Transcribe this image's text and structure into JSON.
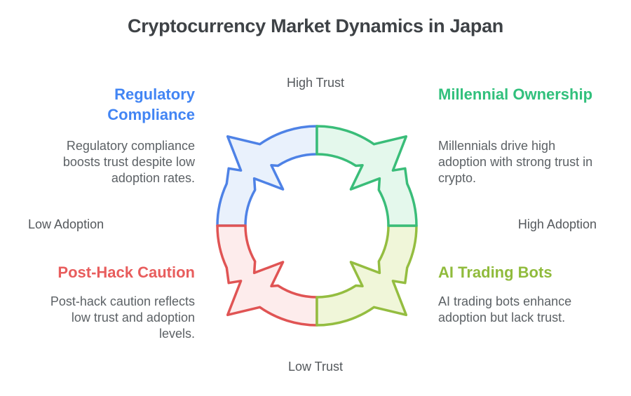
{
  "title": "Cryptocurrency Market Dynamics in Japan",
  "axis_labels": {
    "top": "High Trust",
    "bottom": "Low Trust",
    "left": "Low Adoption",
    "right": "High Adoption"
  },
  "quadrants": {
    "top_left": {
      "heading": "Regulatory Compliance",
      "description": "Regulatory compliance boosts trust despite low adoption rates.",
      "heading_color": "#4285f4",
      "position": "top-left (High Trust / Low Adoption)"
    },
    "top_right": {
      "heading": "Millennial Ownership",
      "description": "Millennials drive high adoption with strong trust in crypto.",
      "heading_color": "#31c07c",
      "position": "top-right (High Trust / High Adoption)"
    },
    "bottom_left": {
      "heading": "Post-Hack Caution",
      "description": "Post-hack caution reflects low trust and adoption levels.",
      "heading_color": "#e85d5d",
      "position": "bottom-left (Low Trust / Low Adoption)"
    },
    "bottom_right": {
      "heading": "AI Trading Bots",
      "description": "AI trading bots enhance adoption but lack trust.",
      "heading_color": "#90bb3c",
      "position": "bottom-right (Low Trust / High Adoption)"
    }
  },
  "ring": {
    "segments": {
      "blue": {
        "label": "Regulatory Compliance",
        "stroke": "#4e82e6",
        "fill": "#e9f1fc"
      },
      "red": {
        "label": "Post-Hack Caution",
        "stroke": "#e05454",
        "fill": "#fdecec"
      },
      "olive": {
        "label": "AI Trading Bots",
        "stroke": "#94bd40",
        "fill": "#f0f6d9"
      },
      "green": {
        "label": "Millennial Ownership",
        "stroke": "#3abd79",
        "fill": "#e4f8ec"
      }
    }
  }
}
